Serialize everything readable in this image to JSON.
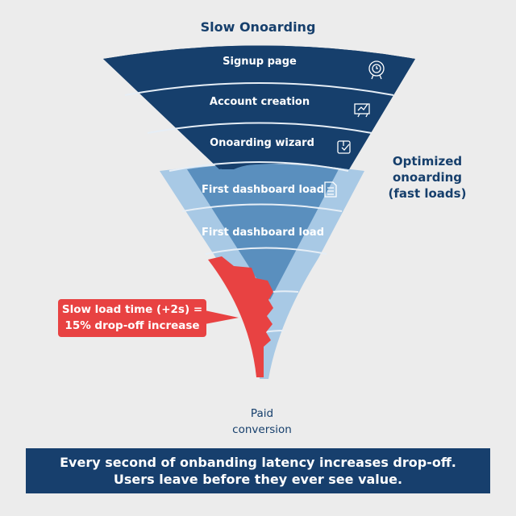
{
  "title": "Slow Onoarding",
  "stages": [
    {
      "label": "Signup page",
      "icon": "badge-clock-icon"
    },
    {
      "label": "Account creation",
      "icon": "chart-board-icon"
    },
    {
      "label": "Onoarding wizard",
      "icon": "clipboard-check-icon"
    },
    {
      "label": "First dashboard load",
      "icon": "document-icon"
    },
    {
      "label": "First dashboard load"
    }
  ],
  "side_note": {
    "line1": "Optimized",
    "line2": "onoarding",
    "line3": "(fast loads)"
  },
  "callout": {
    "line1": "Slow load time (+2s) =",
    "line2": "15% drop-off increase"
  },
  "end_label": {
    "line1": "Paid",
    "line2": "conversion"
  },
  "banner": {
    "line1": "Every second of onbanding latency increases drop-off.",
    "line2": "Users leave before they ever see value."
  },
  "colors": {
    "dark": "#163f6c",
    "medium": "#5a8fbe",
    "light": "#a8c9e5",
    "red": "#e84242"
  }
}
